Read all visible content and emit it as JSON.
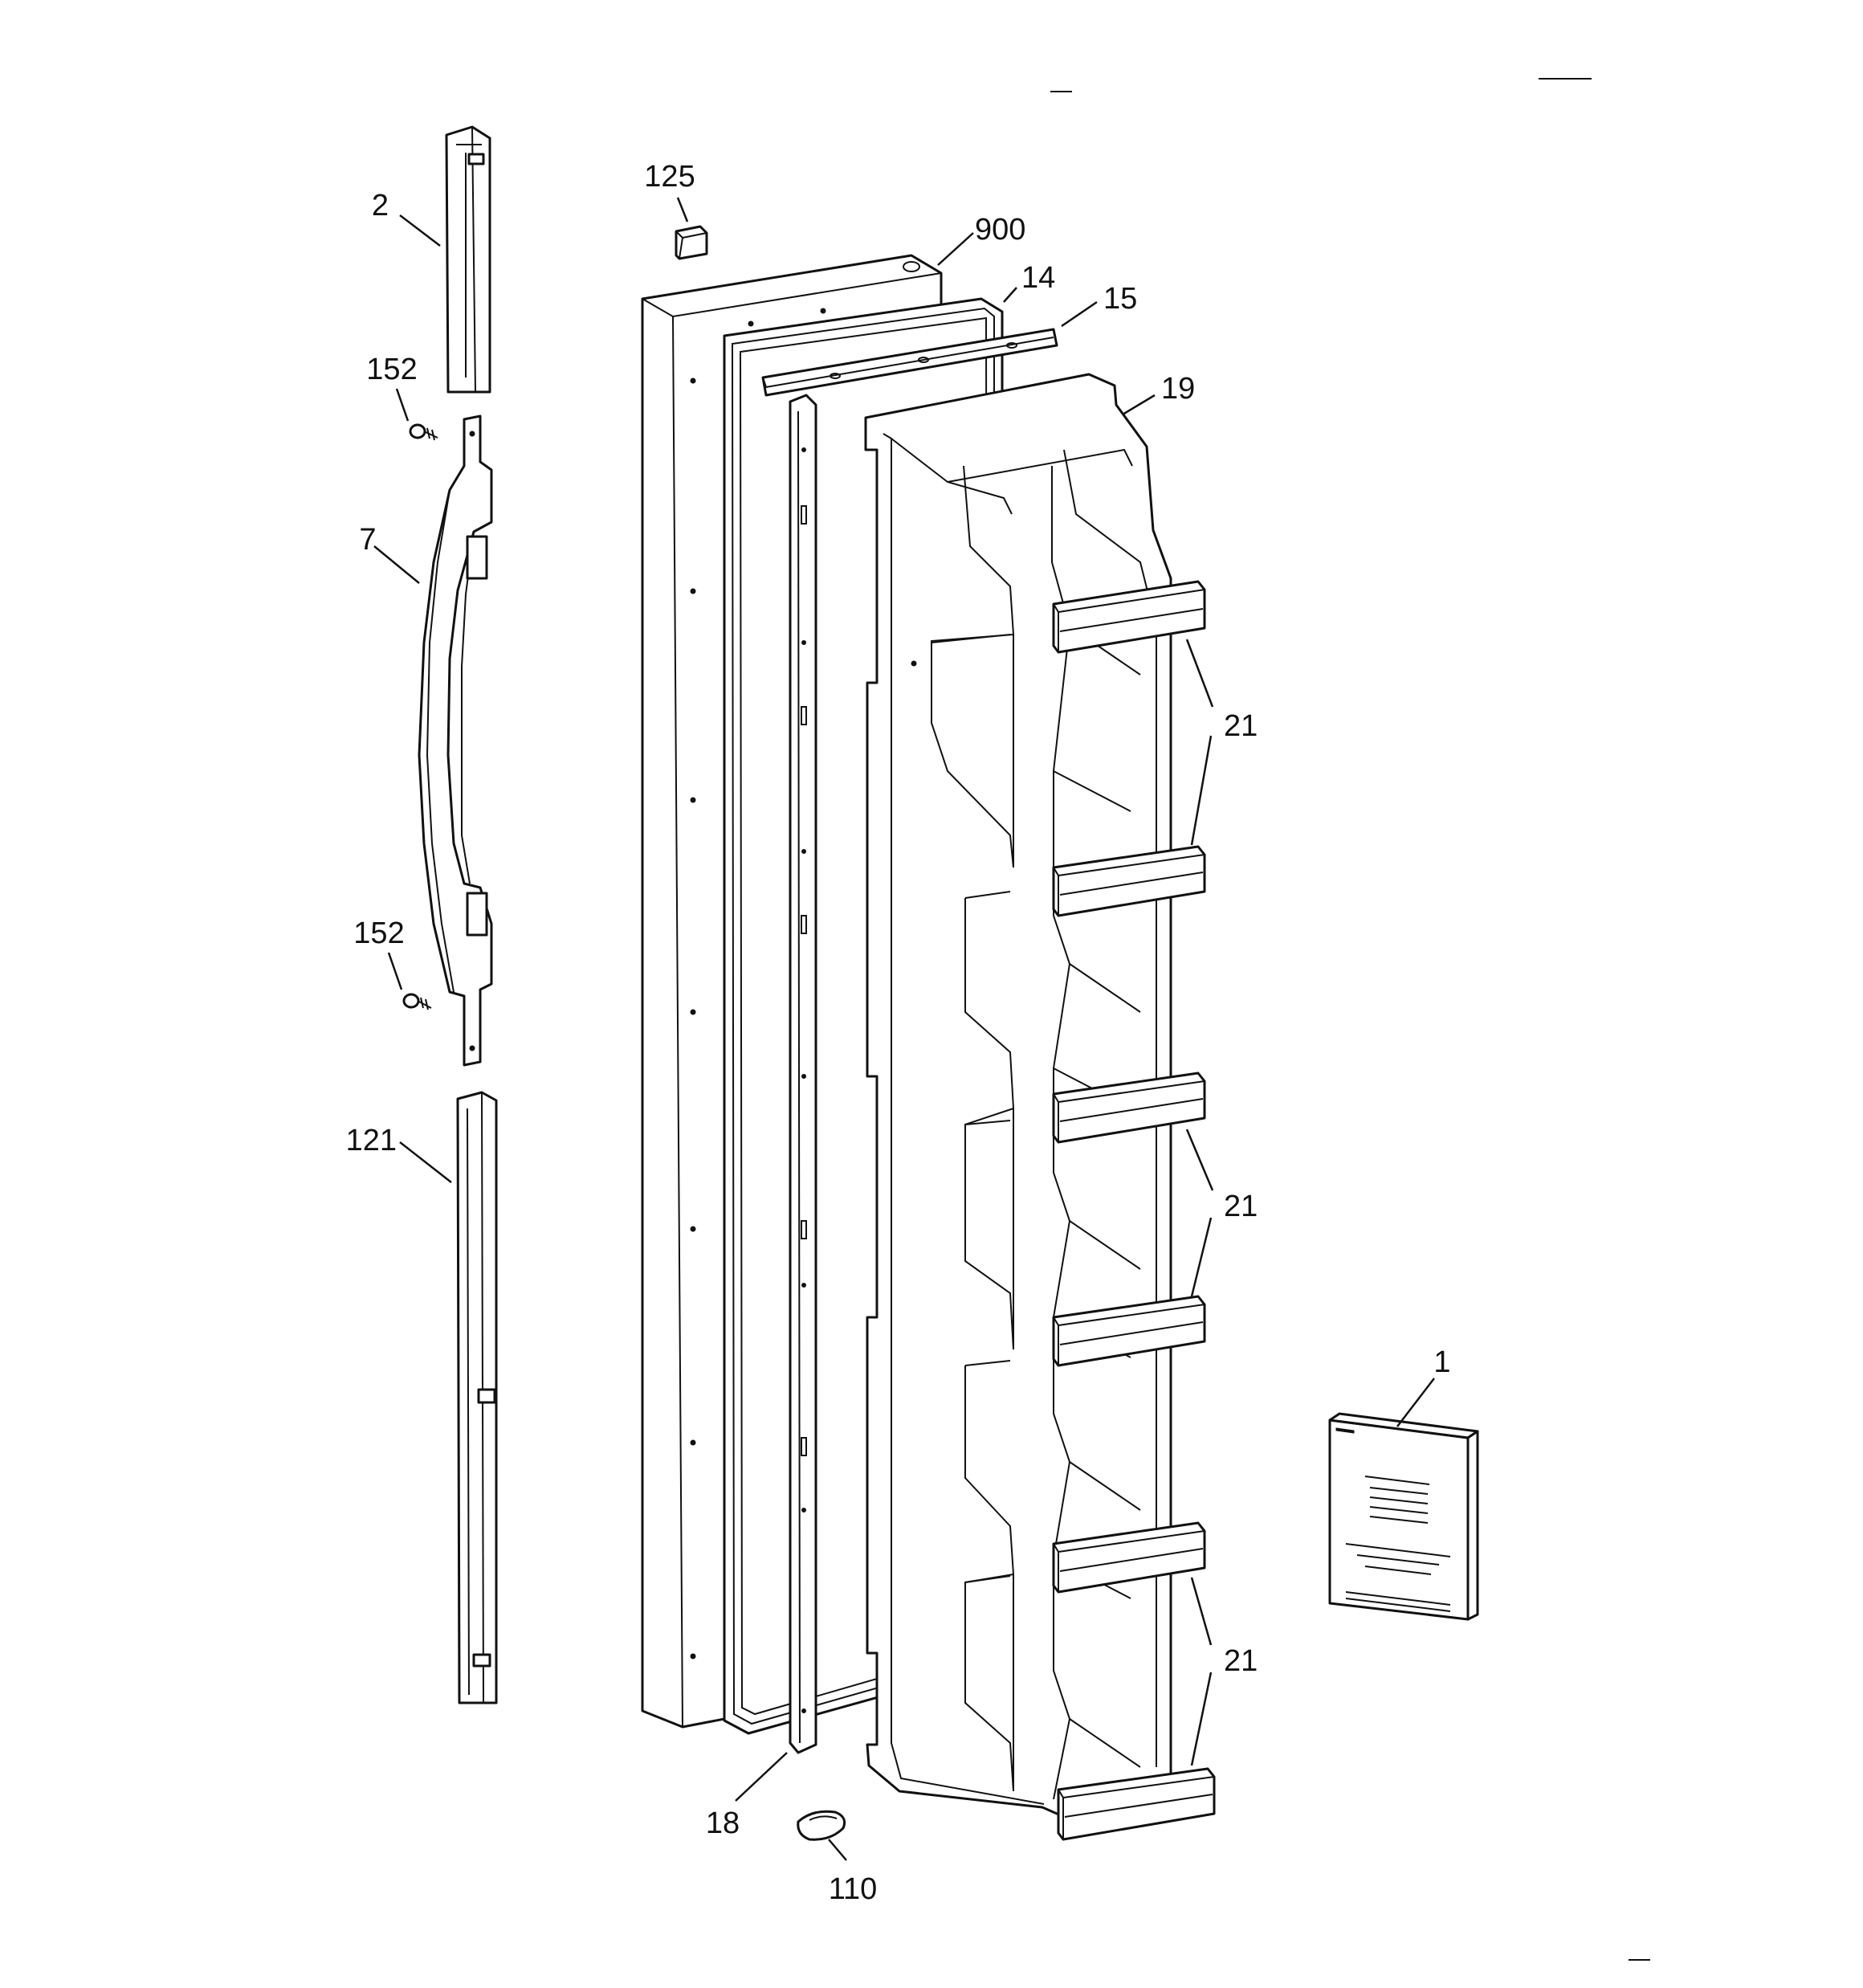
{
  "diagram": {
    "callouts": {
      "c2": "2",
      "c152a": "152",
      "c7": "7",
      "c152b": "152",
      "c121": "121",
      "c125": "125",
      "c900": "900",
      "c14": "14",
      "c15": "15",
      "c19": "19",
      "c21a": "21",
      "c21b": "21",
      "c21c": "21",
      "c1": "1",
      "c18": "18",
      "c110": "110"
    }
  }
}
